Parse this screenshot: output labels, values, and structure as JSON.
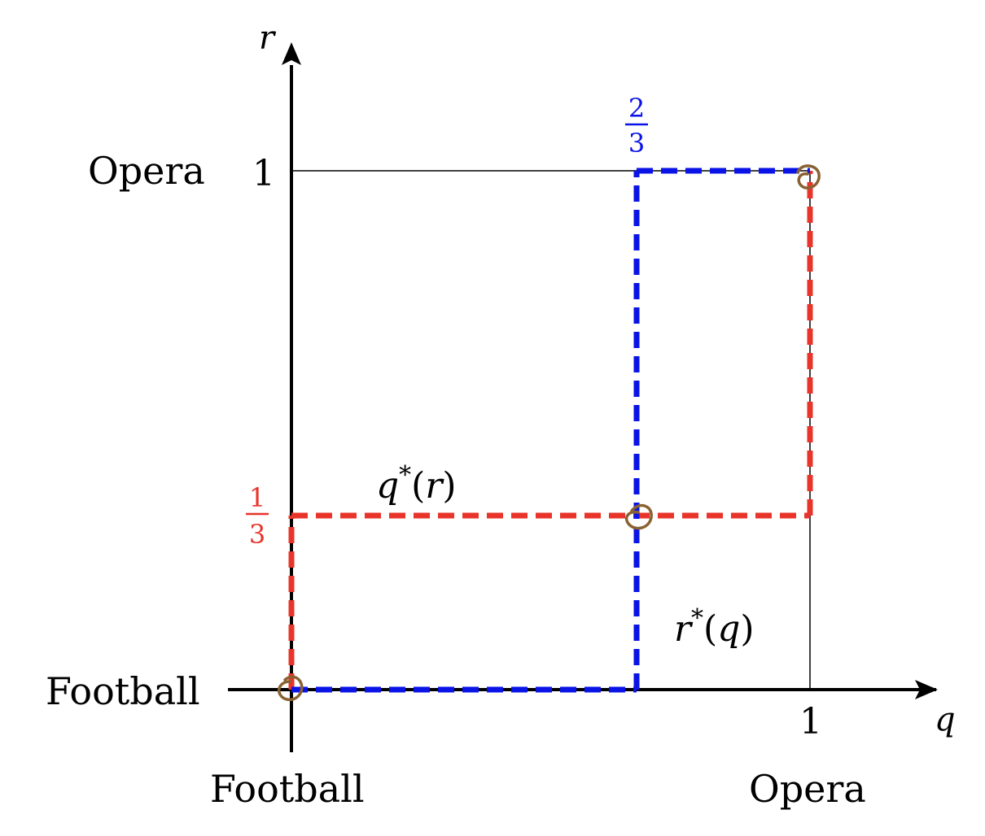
{
  "axes": {
    "x": {
      "name": "q",
      "tick": "1",
      "left_label": "Football",
      "right_label": "Opera"
    },
    "y": {
      "name": "r",
      "tick": "1",
      "bottom_label": "Football",
      "top_label": "Opera"
    }
  },
  "fractions": {
    "blue": {
      "numerator": "2",
      "denominator": "3"
    },
    "red": {
      "numerator": "1",
      "denominator": "3"
    }
  },
  "curves": {
    "q_star": {
      "base": "q",
      "sup": "*",
      "open": "(",
      "arg": "r",
      "close": ")"
    },
    "r_star": {
      "base": "r",
      "sup": "*",
      "open": "(",
      "arg": "q",
      "close": ")"
    }
  },
  "colors": {
    "axis": "#000000",
    "blue_curve": "#0a14e6",
    "red_curve": "#e8342a",
    "equilibrium_marker": "#8a6232"
  }
}
